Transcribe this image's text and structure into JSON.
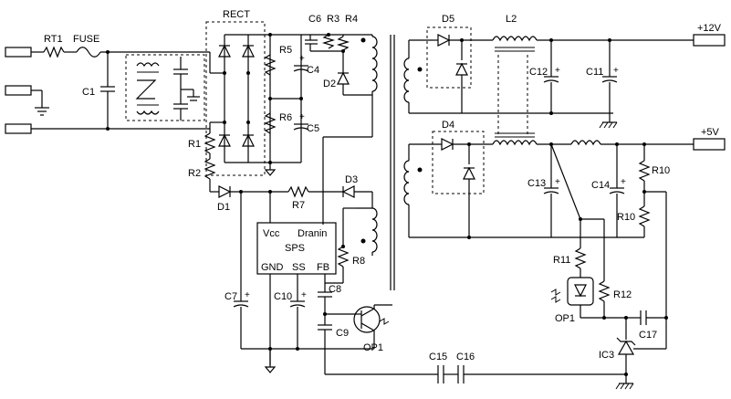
{
  "labels": {
    "rt1": "RT1",
    "fuse": "FUSE",
    "c1": "C1",
    "rect": "RECT",
    "r1": "R1",
    "r2": "R2",
    "d1": "D1",
    "r5": "R5",
    "r6": "R6",
    "c4": "C4",
    "c5": "C5",
    "c6": "C6",
    "r3": "R3",
    "r4": "R4",
    "d2": "D2",
    "r7": "R7",
    "d3": "D3",
    "r8": "R8",
    "c7": "C7",
    "c8": "C8",
    "c9": "C9",
    "c10": "C10",
    "op1_left": "OP1",
    "d5": "D5",
    "l2": "L2",
    "d4": "D4",
    "c11": "C11",
    "c12": "C12",
    "c13": "C13",
    "c14": "C14",
    "r10_top": "R10",
    "r10_bottom": "R10",
    "r11": "R11",
    "r12": "R12",
    "op1_right": "OP1",
    "c15": "C15",
    "c16": "C16",
    "c17": "C17",
    "ic3": "IC3",
    "out_12v": "+12V",
    "out_5v": "+5V",
    "plus": "+"
  },
  "ic_sps": {
    "vcc": "Vcc",
    "drain": "Dranin",
    "name": "SPS",
    "gnd": "GND",
    "ss": "SS",
    "fb": "FB"
  }
}
